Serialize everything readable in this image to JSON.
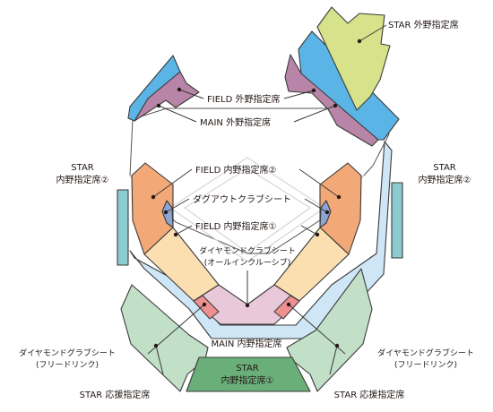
{
  "colors": {
    "star_outfield": "#d6e38a",
    "main_outfield": "#5bb4e6",
    "field_outfield": "#b884a8",
    "main_infield": "#cfe6f6",
    "field_infield_1": "#fbdfb0",
    "field_infield_2": "#f3a877",
    "dugout": "#8da5d4",
    "diamond_club": "#e9c9d9",
    "diamond_glove": "#ef8f8f",
    "star_side": "#8ccbcf",
    "star_ouen": "#c2e0c8",
    "star_infield_1": "#6aaf7a"
  },
  "labels": {
    "star_outfield": "STAR 外野指定席",
    "field_outfield": "FIELD 外野指定席",
    "main_outfield": "MAIN 外野指定席",
    "field_infield_2": "FIELD 内野指定席②",
    "dugout_club": "ダグアウトクラブシート",
    "field_infield_1": "FIELD 内野指定席①",
    "diamond_club_line1": "ダイヤモンドクラブシート",
    "diamond_club_line2": "(オールインクルーシブ)",
    "star_side_left_line1": "STAR",
    "star_side_left_line2": "内野指定席②",
    "star_side_right_line1": "STAR",
    "star_side_right_line2": "内野指定席②",
    "diamond_glove_left_line1": "ダイヤモンドグラブシート",
    "diamond_glove_left_line2": "(フリードリンク)",
    "diamond_glove_right_line1": "ダイヤモンドグラブシート",
    "diamond_glove_right_line2": "(フリードリンク)",
    "main_infield": "MAIN 内野指定席",
    "star_infield_1_line1": "STAR",
    "star_infield_1_line2": "内野指定席①",
    "star_ouen_left": "STAR 応援指定席",
    "star_ouen_right": "STAR 応援指定席"
  }
}
